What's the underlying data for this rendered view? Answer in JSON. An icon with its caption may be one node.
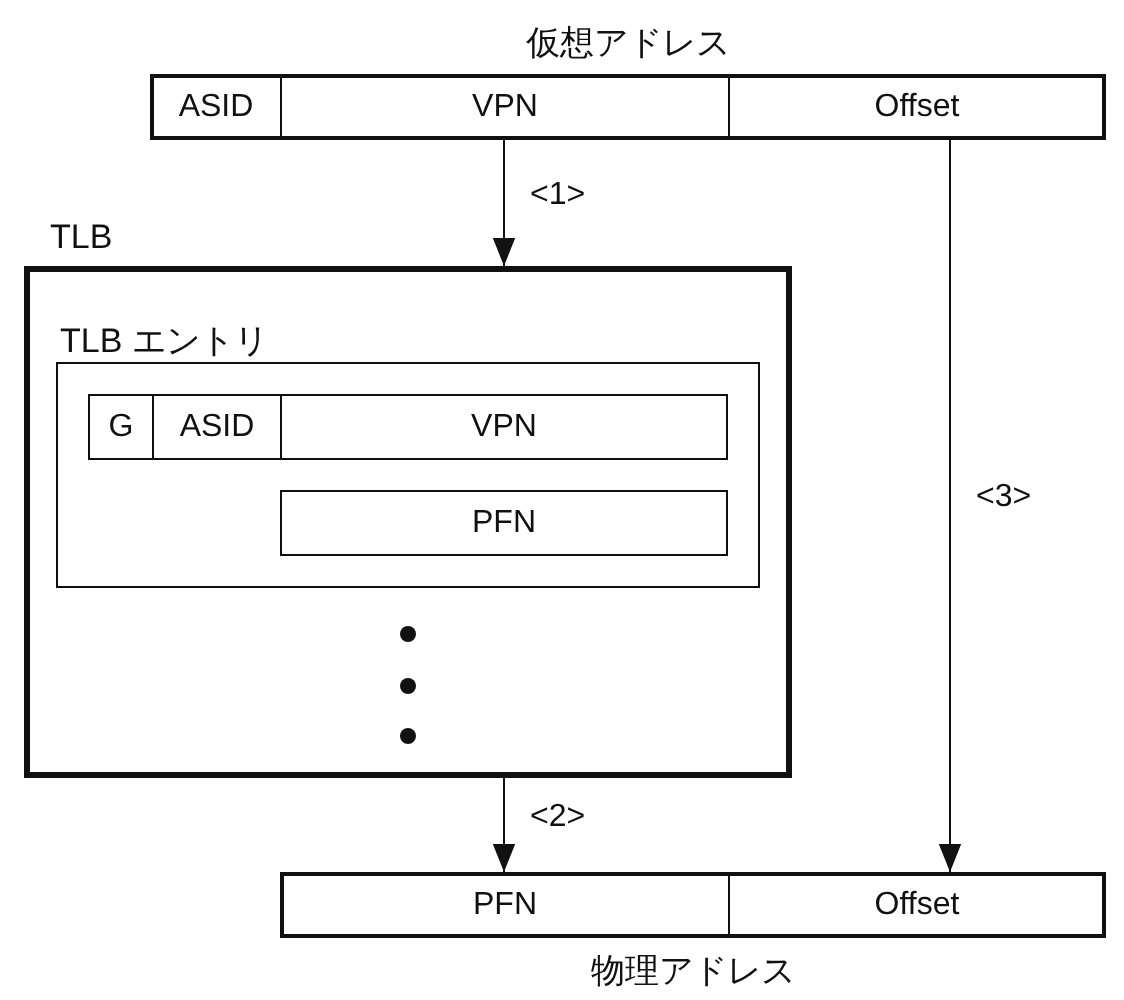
{
  "diagram": {
    "nodes": [
      {
        "text": [
          "仮想アドレス"
        ]
      },
      {
        "text": [
          "ASID"
        ],
        "in": 0
      },
      {
        "text": [
          "VPN"
        ],
        "in": 0
      },
      {
        "text": [
          "Offset"
        ],
        "in": 0
      },
      {
        "text": [
          "TLB"
        ]
      },
      {
        "text": [
          "TLB エントリ"
        ],
        "in": 4
      },
      {
        "text": [
          "G"
        ],
        "in": 5
      },
      {
        "text": [
          "ASID"
        ],
        "in": 5
      },
      {
        "text": [
          "VPN"
        ],
        "in": 5
      },
      {
        "text": [
          "PFN"
        ],
        "in": 5
      },
      {
        "text": [
          "物理アドレス"
        ]
      },
      {
        "text": [
          "PFN"
        ],
        "in": 10
      },
      {
        "text": [
          "Offset"
        ],
        "in": 10
      }
    ],
    "edges": [
      {
        "from": 2,
        "to": 4,
        "arrow": "to",
        "label": "<1>"
      },
      {
        "from": 4,
        "to": 11,
        "arrow": "to",
        "label": "<2>"
      },
      {
        "from": 3,
        "to": 12,
        "arrow": "to",
        "label": "<3>"
      }
    ]
  }
}
